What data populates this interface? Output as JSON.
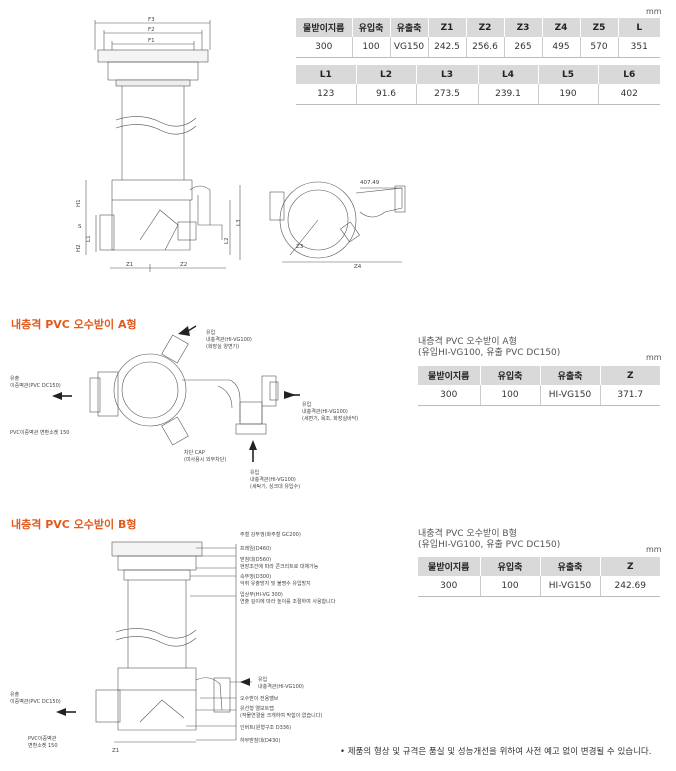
{
  "top_table": {
    "unit": "mm",
    "row1_headers": [
      "물받이지름",
      "유입축",
      "유출축",
      "Z1",
      "Z2",
      "Z3",
      "Z4",
      "Z5",
      "L"
    ],
    "row1_values": [
      "300",
      "100",
      "VG150",
      "242.5",
      "256.6",
      "265",
      "495",
      "570",
      "351"
    ],
    "row2_headers": [
      "L1",
      "L2",
      "L3",
      "L4",
      "L5",
      "L6"
    ],
    "row2_values": [
      "123",
      "91.6",
      "273.5",
      "239.1",
      "190",
      "402"
    ]
  },
  "top_drawing": {
    "labels": {
      "f3": "F3",
      "f2": "F2",
      "f1": "F1",
      "h1": "H1",
      "h2": "H2",
      "s": "S",
      "l1": "L1",
      "l2": "L2",
      "l3": "L3",
      "z1": "Z1",
      "z2": "Z2",
      "z3": "Z3",
      "z4": "Z4",
      "angle": "407.49"
    }
  },
  "section_a": {
    "title": "내층격 PVC 오수받이 A형",
    "table_title_1": "내층격 PVC 오수받이 A형",
    "table_title_2": "(유입HI-VG100, 유출 PVC DC150)",
    "unit": "mm",
    "headers": [
      "물받이지름",
      "유입축",
      "유출축",
      "Z"
    ],
    "values": [
      "300",
      "100",
      "HI-VG150",
      "371.7"
    ],
    "annotations": {
      "top_inlet_1": "유입",
      "top_inlet_2": "내충격관(HI-VG100)",
      "top_inlet_3": "(화장실 양변기)",
      "outlet_1": "유출",
      "outlet_2": "이중벽관(PVC DC150)",
      "right_inlet_1": "유입",
      "right_inlet_2": "내충격관(HI-VG100)",
      "right_inlet_3": "(세면기, 욕조, 화장실바닥)",
      "adapter": "PVC이중벽관 변환소켓 150",
      "cap_1": "차단 CAP",
      "cap_2": "(미사용시 외부차단)",
      "bottom_inlet_1": "유입",
      "bottom_inlet_2": "내충격관(HI-VG100)",
      "bottom_inlet_3": "(세탁기, 싱크대 유입수)"
    }
  },
  "section_b": {
    "title": "내층격 PVC 오수받이 B형",
    "table_title_1": "내충격 PVC 오수받이 B형",
    "table_title_2": "(유입HI-VG100, 유출 PVC DC150)",
    "unit": "mm",
    "headers": [
      "물받이지름",
      "유입축",
      "유출축",
      "Z"
    ],
    "values": [
      "300",
      "100",
      "HI-VG150",
      "242.69"
    ],
    "annotations": {
      "cover": "주철 강뚜껑(화주철 GC200)",
      "frame": "프레임(D460)",
      "ring_1": "받침대(D560)",
      "ring_2": "현장조건에 따라 콘크리트로 대체가능",
      "seal_1": "속뚜껑(D300)",
      "seal_2": "악취 유출방지 및 불명수 유입방지",
      "riser_1": "입상부(HI-VG 300)",
      "riser_2": "연출 깊이에 따라 높이를 조절하여 사용합니다",
      "inlet_1": "유입",
      "inlet_2": "내충격관(HI-VG100)",
      "base": "오수받이 전용밸브",
      "trap_1": "유선형 엘보트랩",
      "trap_2": "(작물연결을 크게하여 막힘이 없습니다)",
      "plate": "인버트(원형구조 D336)",
      "bottom": "하부받침대(D430)",
      "outlet_1": "유출",
      "outlet_2": "이중벽관(PVC DC150)",
      "adapter_1": "PVC이중벽관",
      "adapter_2": "변환소켓 150",
      "z1": "Z1"
    }
  },
  "footnote": "• 제품의 형상 및 규격은 품실 및 성능개선을 위하여 사전 예고 없이 변경될 수 있습니다."
}
